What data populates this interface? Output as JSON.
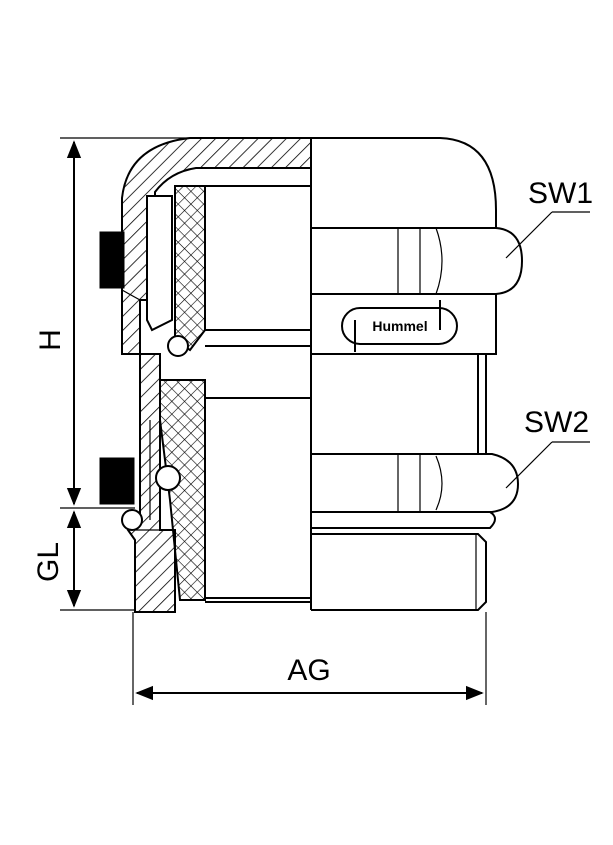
{
  "labels": {
    "height": "H",
    "thread_length": "GL",
    "thread_diameter": "AG",
    "wrench_size_1": "SW1",
    "wrench_size_2": "SW2"
  },
  "logo_text": "Hummel",
  "colors": {
    "line": "#000000",
    "background": "#ffffff"
  }
}
